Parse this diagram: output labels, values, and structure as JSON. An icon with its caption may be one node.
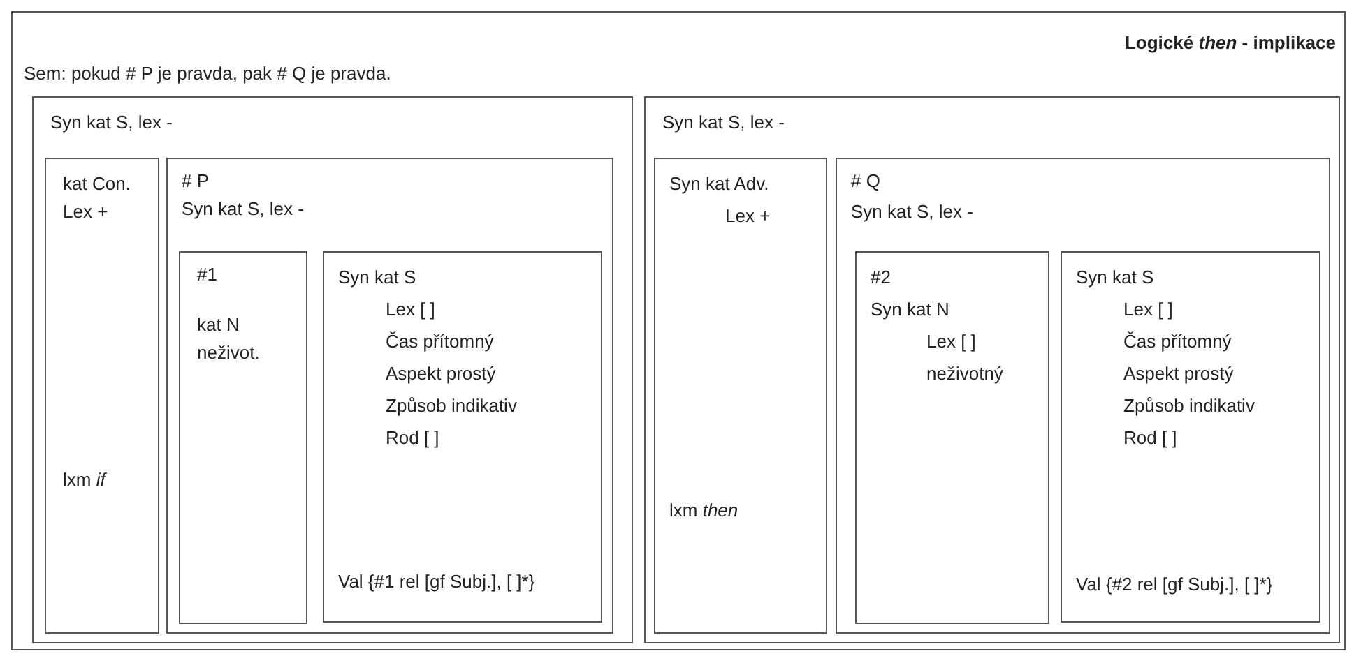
{
  "diagram": {
    "nodes": [
      {
        "text": [
          "Logické *then* - implikace",
          "Sem: pokud # P je pravda, pak # Q je pravda."
        ]
      },
      {
        "text": [
          "Syn kat S, lex -"
        ],
        "in": 0
      },
      {
        "text": [
          "kat Con.",
          "Lex +",
          "lxm *if*"
        ],
        "in": 1
      },
      {
        "text": [
          "# P",
          "Syn kat S, lex -"
        ],
        "in": 1
      },
      {
        "text": [
          "#1",
          "kat N",
          "neživot."
        ],
        "in": 3
      },
      {
        "text": [
          "Syn kat S",
          "Lex [ ]",
          "Čas přítomný",
          "Aspekt prostý",
          "Způsob indikativ",
          "Rod [ ]",
          "Val {#1 rel [gf Subj.], [ ]*}"
        ],
        "in": 3
      },
      {
        "text": [
          "Syn kat S, lex -"
        ],
        "in": 0
      },
      {
        "text": [
          "Syn kat Adv.",
          "Lex +",
          "lxm *then*"
        ],
        "in": 6
      },
      {
        "text": [
          "# Q",
          "Syn kat S, lex -"
        ],
        "in": 6
      },
      {
        "text": [
          "#2",
          "Syn kat N",
          "Lex [ ]",
          "neživotný"
        ],
        "in": 8
      },
      {
        "text": [
          "Syn kat S",
          "Lex [ ]",
          "Čas přítomný",
          "Aspekt prostý",
          "Způsob indikativ",
          "Rod [ ]",
          "Val {#2 rel [gf Subj.], [ ]*}"
        ],
        "in": 8
      }
    ]
  }
}
